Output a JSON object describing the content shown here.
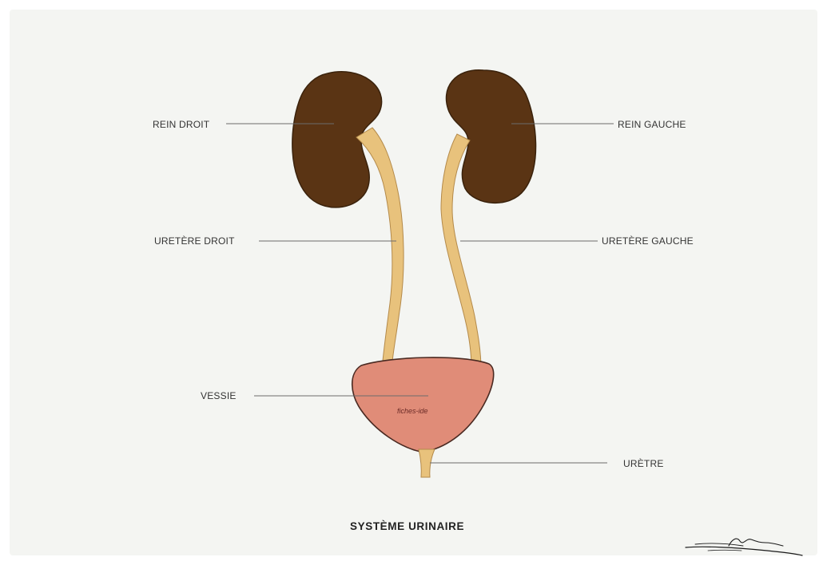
{
  "labels": {
    "rein_droit": "REIN DROIT",
    "rein_gauche": "REIN GAUCHE",
    "uretere_droit": "URETÈRE DROIT",
    "uretere_gauche": "URETÈRE GAUCHE",
    "vessie": "VESSIE",
    "uretre": "URÈTRE",
    "bladder_inner_text": "fiches-ide"
  },
  "title": "SYSTÈME URINAIRE",
  "colors": {
    "background": "#f4f5f2",
    "kidney": "#5a3414",
    "kidney_outline": "#3a220c",
    "ureter": "#e8c27c",
    "ureter_outline": "#b48a4a",
    "bladder": "#e08c78",
    "bladder_outline": "#4a2a22",
    "leader_line": "#6b6b6b",
    "text": "#333333"
  }
}
